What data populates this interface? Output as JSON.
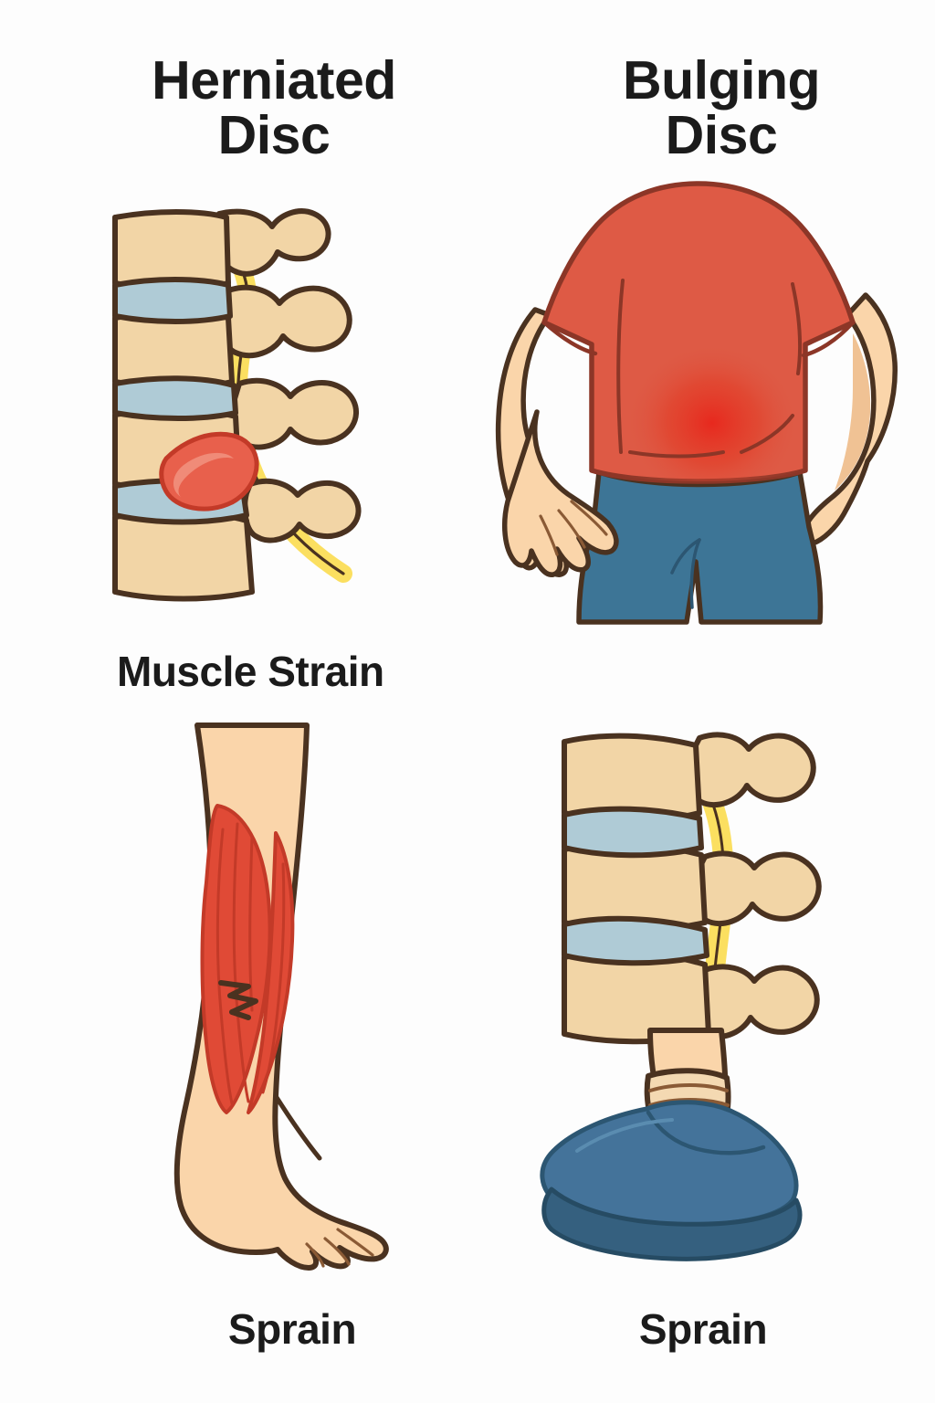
{
  "poster": {
    "background_color": "#fdfdfd",
    "outline_color": "#4a3220",
    "layout": "2x2 grid of medical condition illustrations with bold text labels"
  },
  "panels": [
    {
      "id": "herniated-disc",
      "label": "Herniated Disc",
      "label_lines": [
        "Herniated",
        "Disc"
      ],
      "label_position": "top",
      "illustration": "lumbar-spine-side-view-with-red-herniation-bulge",
      "colors": {
        "bone": "#f2d5a6",
        "bone_shade": "#e7c390",
        "disc": "#afcbd6",
        "disc_shade": "#9bbcc9",
        "nerve": "#fbdf60",
        "herniation": "#e8604c",
        "herniation_shade": "#d14935",
        "outline": "#4a3220"
      }
    },
    {
      "id": "bulging-disc",
      "label": "Bulging Disc",
      "label_lines": [
        "Bulging",
        "Disc"
      ],
      "label_position": "top",
      "illustration": "person-back-view-holding-lower-back-with-red-pain-glow",
      "colors": {
        "shirt": "#de5a45",
        "shirt_shade": "#c94a38",
        "shirt_outline": "#8c3627",
        "skin": "#fad5aa",
        "skin_shade": "#f0c294",
        "jeans": "#3d7596",
        "jeans_shade": "#34647f",
        "pain_glow": "#e8261c",
        "outline": "#4a3220"
      }
    },
    {
      "id": "muscle-strain",
      "label": "Muscle Strain",
      "label_lines": [
        "Muscle Strain"
      ],
      "label_position": "above",
      "illustration": "lower-leg-with-torn-calf-muscle",
      "colors": {
        "skin": "#fad5aa",
        "muscle": "#e04a36",
        "muscle_dark": "#c33a28",
        "muscle_light": "#ea6752",
        "outline": "#4a3220"
      }
    },
    {
      "id": "sprain-leg",
      "label": "Sprain",
      "label_lines": [
        "Sprain"
      ],
      "label_position": "bottom",
      "illustration": "bare-foot-and-lower-leg-profile"
    },
    {
      "id": "sprain-ankle",
      "label": "Sprain",
      "label_lines": [
        "Sprain"
      ],
      "label_position": "bottom",
      "illustration": "spine-segment-above-bandaged-ankle-in-blue-shoe",
      "colors": {
        "bone": "#f2d5a6",
        "disc": "#afcbd6",
        "nerve": "#fbdf60",
        "bandage": "#f4d9b2",
        "shoe": "#44739a",
        "shoe_dark": "#35607f",
        "skin": "#fad5aa",
        "outline": "#4a3220"
      }
    }
  ],
  "labels": {
    "herniated_disc": "Herniated Disc",
    "herniated_disc_line1": "Herniated",
    "herniated_disc_line2": "Disc",
    "bulging_disc": "Bulging Disc",
    "bulging_disc_line1": "Bulging",
    "bulging_disc_line2": "Disc",
    "muscle_strain": "Muscle Strain",
    "sprain_left": "Sprain",
    "sprain_right": "Sprain"
  }
}
